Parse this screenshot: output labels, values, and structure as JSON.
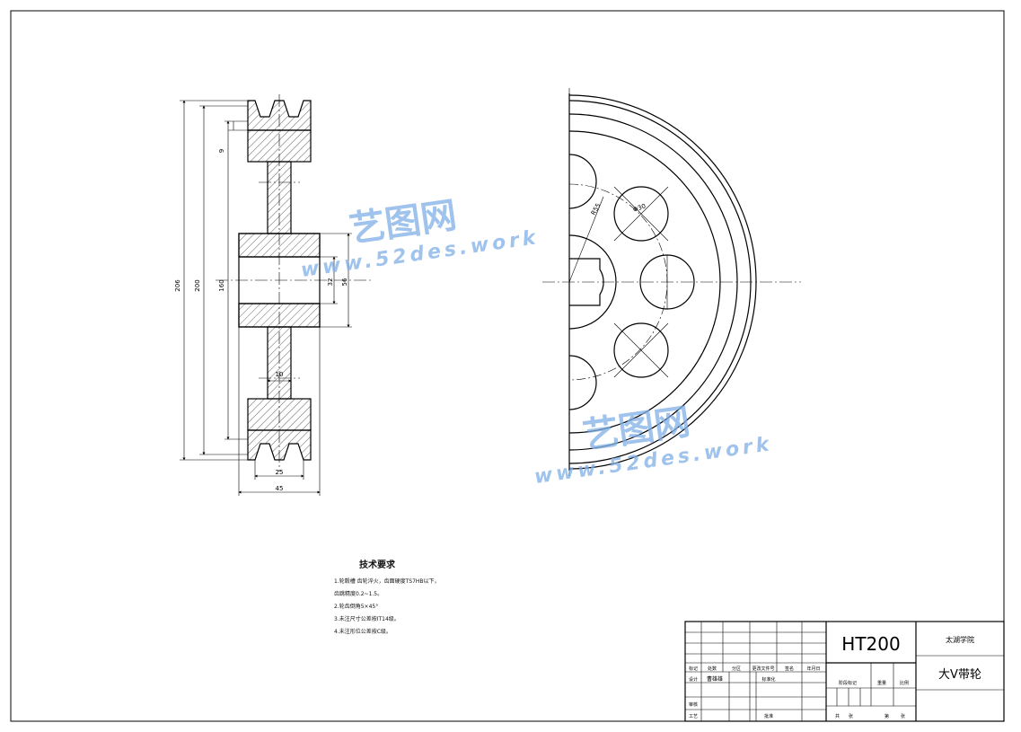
{
  "drawing": {
    "dimensions": {
      "outer_dia": "206",
      "pitch_dia": "200",
      "rim_inner_dia": "160",
      "hub_dia": "56",
      "bore_dia": "32",
      "rim_step": "9",
      "web_thickness": "10",
      "groove_width": "25",
      "total_width": "45",
      "radius_label": "R55",
      "hole_dia": "Φ30"
    }
  },
  "tech_requirements": {
    "title": "技术要求",
    "lines": [
      "1.轮毂槽 齿轮淬火，齿面硬度TS7HB以下，",
      "  齿跳精度0.2~1.5。",
      "2.轮齿倒角5×45°",
      "3.未注尺寸公差按IT14级。",
      "4.未注形位公差按C级。"
    ]
  },
  "title_block": {
    "material": "HT200",
    "school": "太湖学院",
    "part_name": "大V带轮",
    "row_labels": {
      "mark": "标记",
      "count": "处数",
      "zone": "分区",
      "change_doc": "更改文件号",
      "sign": "签名",
      "date": "年月日"
    },
    "design": "设计",
    "designer": "曹雄雄",
    "standardize": "标准化",
    "review": "审核",
    "process": "工艺",
    "approve": "批准",
    "stage_label": "阶段标记",
    "weight": "重量",
    "scale": "比例",
    "total": "共",
    "sheets": "张",
    "page": "第"
  },
  "watermarks": [
    {
      "cn": "艺图网",
      "url": "www.52des.work"
    },
    {
      "cn": "艺图网",
      "url": "www.52des.work"
    }
  ]
}
